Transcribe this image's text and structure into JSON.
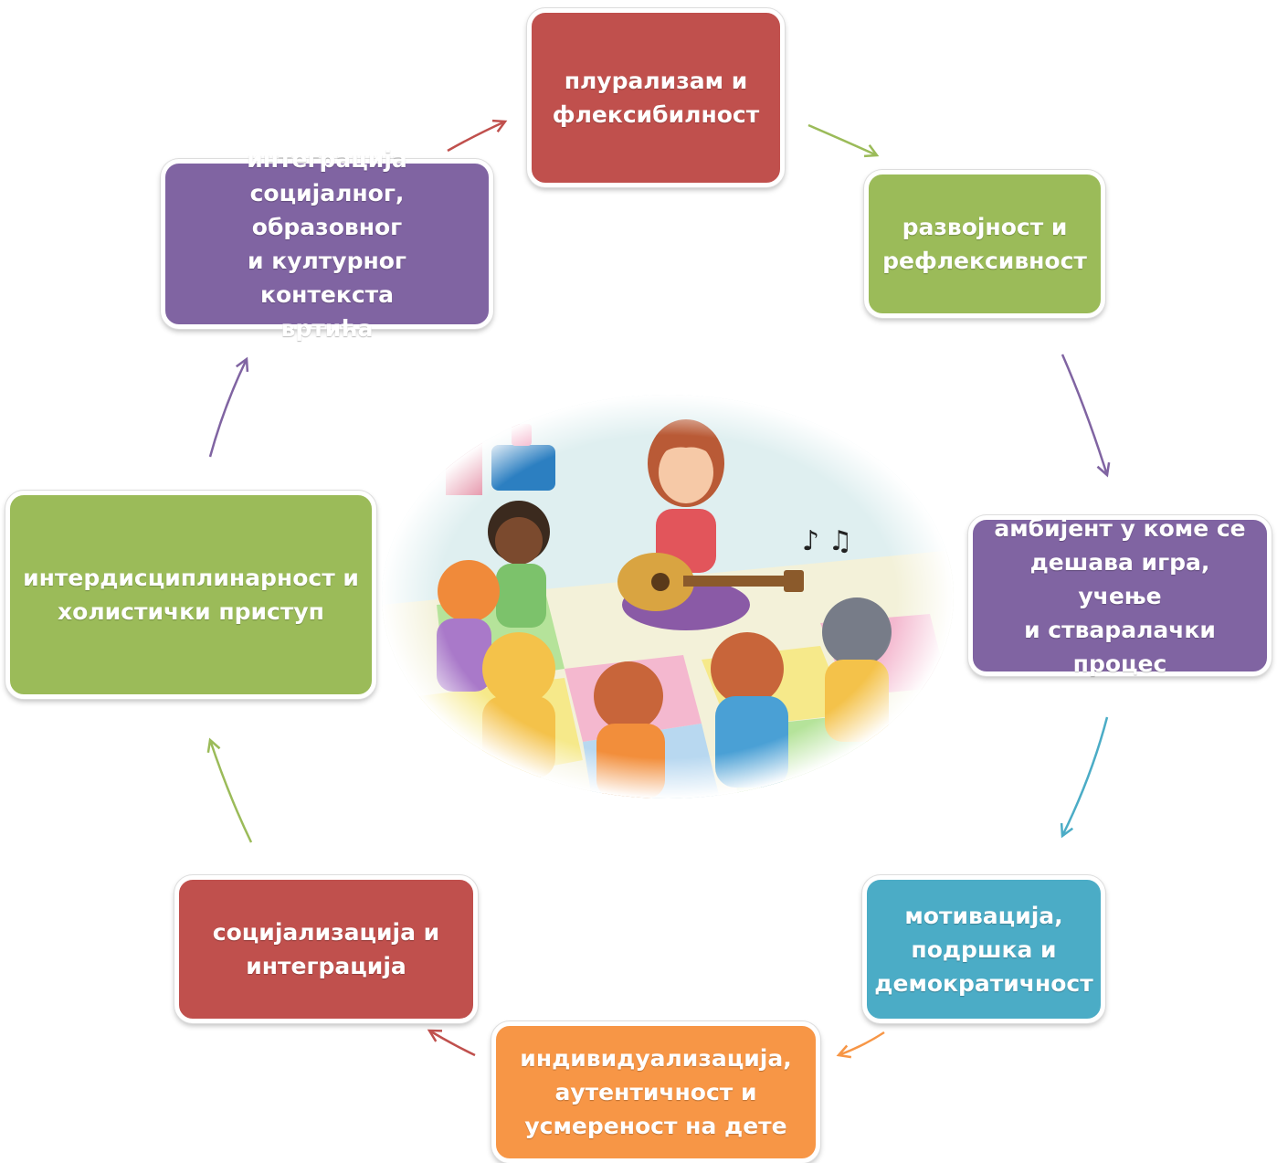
{
  "nodes": [
    {
      "id": "pluralism",
      "text": "плурализам и\nфлексибилност",
      "color": "#c0504d"
    },
    {
      "id": "development",
      "text": "развојност и\nрефлексивност",
      "color": "#9bbb59"
    },
    {
      "id": "ambient",
      "text": "амбијент у коме се\nдешава игра, учење\nи стваралачки\nпроцес",
      "color": "#8064a2"
    },
    {
      "id": "motivation",
      "text": "мотивација,\nподршка и\nдемократичност",
      "color": "#4bacc6"
    },
    {
      "id": "individualization",
      "text": "индивидуализација,\nаутентичност и\nусмереност на дете",
      "color": "#f79646"
    },
    {
      "id": "socialization",
      "text": "социјализација  и\nинтеграција",
      "color": "#c0504d"
    },
    {
      "id": "interdisciplinarity",
      "text": "интердисциплинарност и\nхолистички приступ",
      "color": "#9bbb59"
    },
    {
      "id": "integration",
      "text": "интеграција\nсоцијалног, образовног\nи културног контекста\nвртића",
      "color": "#8064a2"
    }
  ],
  "arrow_colors": [
    "#c0504d",
    "#9bbb59",
    "#8064a2",
    "#4bacc6",
    "#f79646",
    "#c0504d",
    "#9bbb59",
    "#8064a2"
  ],
  "illustration": {
    "name": "teacher-with-guitar-and-children",
    "notes": "♪ ♫"
  }
}
